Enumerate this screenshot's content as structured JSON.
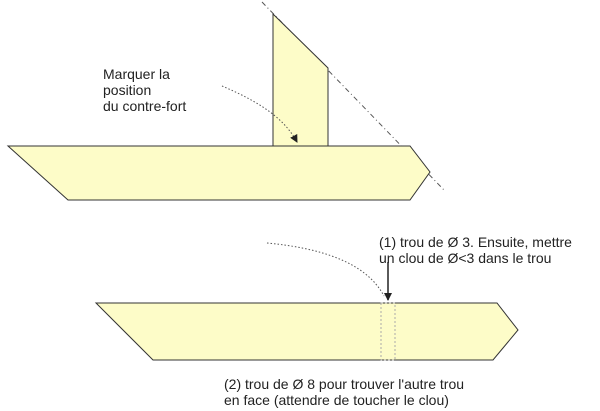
{
  "colors": {
    "wood_fill": "#fdfcc8",
    "outline": "#333333",
    "guide_line": "#555555",
    "text": "#222222"
  },
  "annotations": {
    "mark_position": {
      "lines": [
        "Marquer la",
        "position",
        "du contre-fort"
      ]
    },
    "hole_1": {
      "lines": [
        "(1) trou de Ø 3. Ensuite, mettre",
        "un clou de Ø<3 dans le trou"
      ]
    },
    "hole_2": {
      "lines": [
        "(2) trou de Ø 8 pour trouver l'autre trou",
        "en face (attendre de toucher le clou)"
      ]
    }
  }
}
